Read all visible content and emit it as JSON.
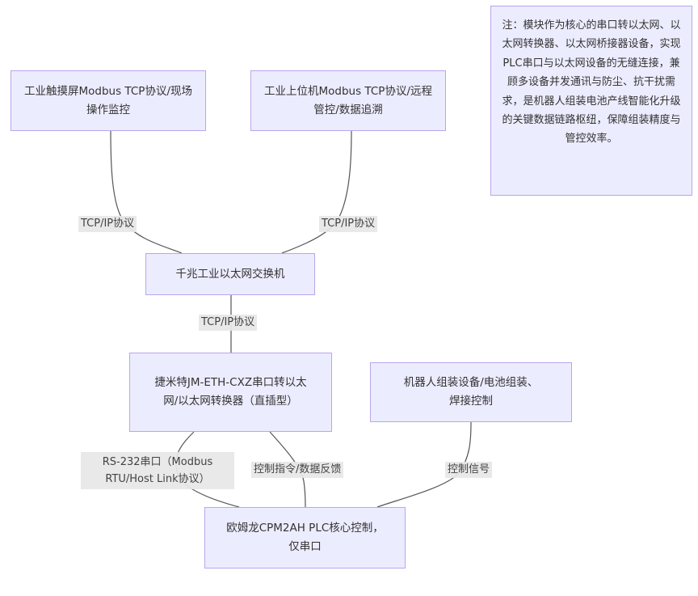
{
  "diagram": {
    "type": "flowchart",
    "colors": {
      "node_fill": "#ECECFF",
      "node_border": "#B9A6EC",
      "edge": "#555555",
      "edge_label_bg": "#E8E8E8",
      "text": "#333333"
    },
    "nodes": {
      "hmi": "工业触摸屏Modbus TCP协议/现场操作监控",
      "upper_pc": "工业上位机Modbus TCP协议/远程管控/数据追溯",
      "switch": "千兆工业以太网交换机",
      "converter": "捷米特JM-ETH-CXZ串口转以太网/以太网转换器（直插型）",
      "robot": "机器人组装设备/电池组装、焊接控制",
      "plc": "欧姆龙CPM2AH PLC核心控制，仅串口"
    },
    "note": "注：模块作为核心的串口转以太网、以太网转换器、以太网桥接器设备，实现PLC串口与以太网设备的无缝连接，兼顾多设备并发通讯与防尘、抗干扰需求，是机器人组装电池产线智能化升级的关键数据链路枢纽，保障组装精度与管控效率。",
    "edges": [
      {
        "from": "hmi",
        "to": "switch",
        "label": "TCP/IP协议"
      },
      {
        "from": "upper_pc",
        "to": "switch",
        "label": "TCP/IP协议"
      },
      {
        "from": "switch",
        "to": "converter",
        "label": "TCP/IP协议"
      },
      {
        "from": "converter",
        "to": "plc",
        "label": "RS-232串口（Modbus RTU/Host Link协议）"
      },
      {
        "from": "converter",
        "to": "plc",
        "label": "控制指令/数据反馈"
      },
      {
        "from": "robot",
        "to": "plc",
        "label": "控制信号"
      }
    ]
  }
}
